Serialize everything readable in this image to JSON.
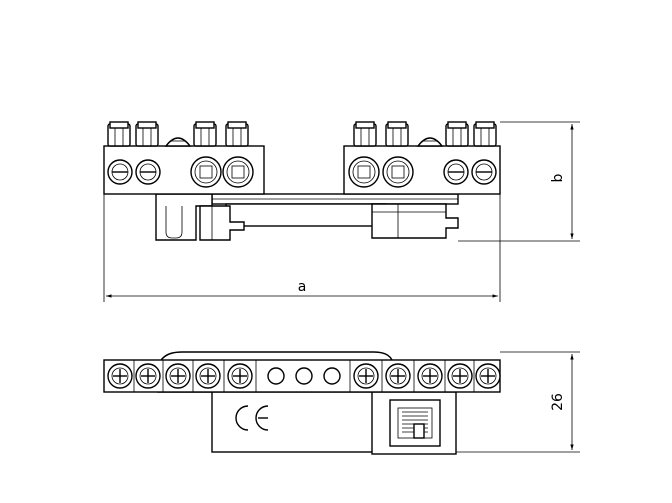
{
  "dimensions": {
    "a": "a",
    "b": "b",
    "height": "26"
  },
  "icons": {
    "ce_mark": "ce-mark-icon",
    "screw": "phillips-screw-icon"
  }
}
